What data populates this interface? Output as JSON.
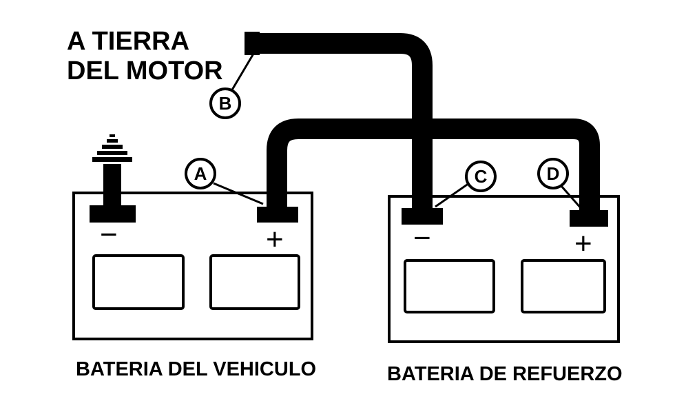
{
  "ground_label": {
    "line1": "A TIERRA",
    "line2": "DEL MOTOR"
  },
  "callouts": {
    "a": "A",
    "b": "B",
    "c": "C",
    "d": "D"
  },
  "vehicle_battery": {
    "label": "BATERIA DEL VEHICULO",
    "negative_sign": "−",
    "positive_sign": "+"
  },
  "booster_battery": {
    "label": "BATERIA DE REFUERZO",
    "negative_sign": "−",
    "positive_sign": "+"
  },
  "colors": {
    "ink": "#000000",
    "background": "#ffffff"
  }
}
